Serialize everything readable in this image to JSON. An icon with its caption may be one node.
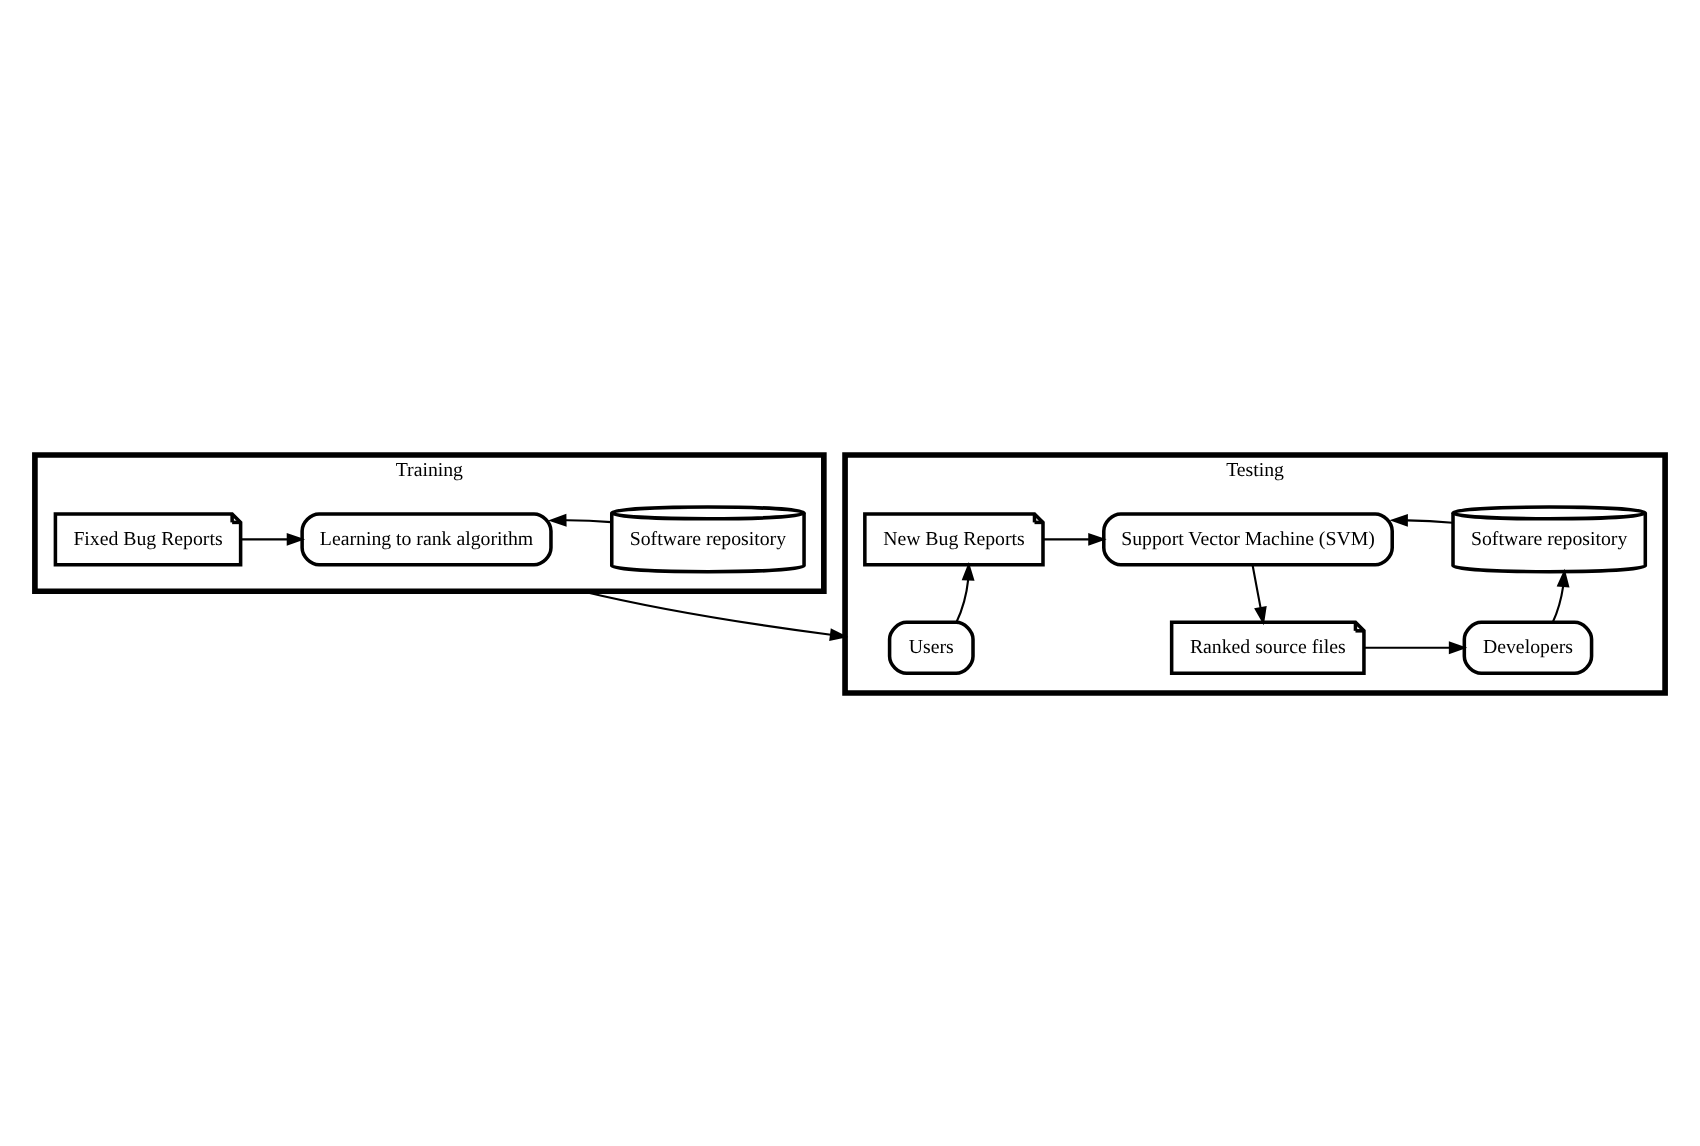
{
  "diagram": {
    "nodes": [
      {
        "text": [
          "Training"
        ]
      },
      {
        "text": [
          "Fixed Bug Reports"
        ],
        "in": 0
      },
      {
        "text": [
          "Learning to rank algorithm"
        ],
        "in": 0
      },
      {
        "text": [
          "Software repository"
        ],
        "in": 0
      },
      {
        "text": [
          "Testing"
        ]
      },
      {
        "text": [
          "New Bug Reports"
        ],
        "in": 4
      },
      {
        "text": [
          "Support Vector Machine (SVM)"
        ],
        "in": 4
      },
      {
        "text": [
          "Software repository"
        ],
        "in": 4
      },
      {
        "text": [
          "Users"
        ],
        "in": 4
      },
      {
        "text": [
          "Ranked source files"
        ],
        "in": 4
      },
      {
        "text": [
          "Developers"
        ],
        "in": 4
      }
    ],
    "edges": [
      {
        "from": 1,
        "to": 2,
        "arrow": "to"
      },
      {
        "from": 3,
        "to": 2,
        "arrow": "to"
      },
      {
        "from": 0,
        "to": 4,
        "arrow": "to"
      },
      {
        "from": 5,
        "to": 6,
        "arrow": "to"
      },
      {
        "from": 7,
        "to": 6,
        "arrow": "to"
      },
      {
        "from": 8,
        "to": 5,
        "arrow": "to"
      },
      {
        "from": 6,
        "to": 9,
        "arrow": "to"
      },
      {
        "from": 9,
        "to": 10,
        "arrow": "to"
      },
      {
        "from": 10,
        "to": 7,
        "arrow": "to"
      }
    ]
  }
}
